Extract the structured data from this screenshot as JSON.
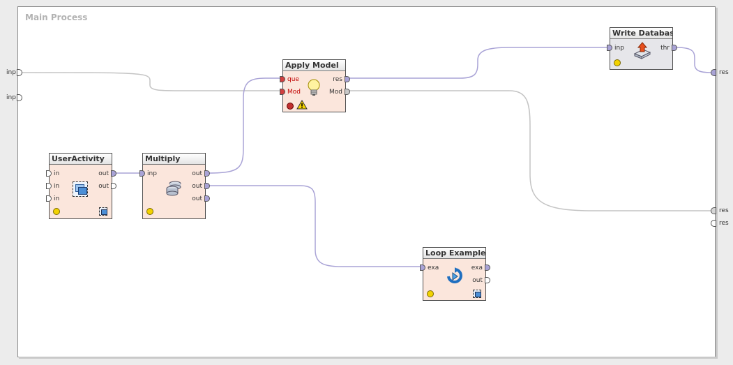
{
  "process": {
    "title": "Main Process"
  },
  "global_ports": {
    "left": [
      {
        "label": "inp"
      },
      {
        "label": "inp"
      }
    ],
    "right": [
      {
        "label": "res"
      },
      {
        "label": "res"
      },
      {
        "label": "res"
      }
    ]
  },
  "operators": {
    "user_activity": {
      "title": "UserActivity",
      "inputs": [
        "in",
        "in",
        "in"
      ],
      "outputs": [
        "out",
        "out"
      ]
    },
    "multiply": {
      "title": "Multiply",
      "inputs": [
        "inp"
      ],
      "outputs": [
        "out",
        "out",
        "out"
      ]
    },
    "apply_model": {
      "title": "Apply Model",
      "inputs": [
        "que",
        "Mod"
      ],
      "outputs": [
        "res",
        "Mod"
      ]
    },
    "write_database": {
      "title": "Write Databas...",
      "inputs": [
        "inp"
      ],
      "outputs": [
        "thr"
      ]
    },
    "loop_examples": {
      "title": "Loop Examples",
      "inputs": [
        "exa"
      ],
      "outputs": [
        "exa",
        "out"
      ]
    }
  },
  "colors": {
    "operator_bg": "#fbe6dc",
    "operator_bg_inactive": "#e6e6ea",
    "connection_data": "#a9a3d6",
    "connection_model": "#c4c4c4",
    "status_ok": "#f2d200",
    "status_error": "#c03030"
  },
  "icons": {
    "user_activity": "subprocess-icon",
    "multiply": "database-stack-icon",
    "apply_model": "lightbulb-icon",
    "write_database": "database-write-icon",
    "loop_examples": "loop-icon",
    "warning": "warning-icon"
  }
}
